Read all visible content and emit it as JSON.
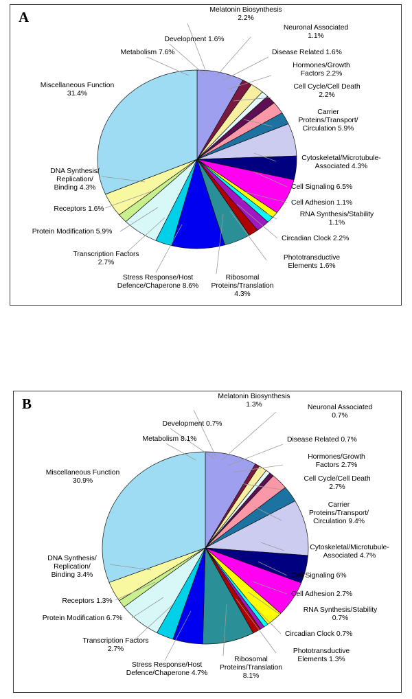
{
  "figure": {
    "panels": [
      {
        "letter": "A",
        "chart_data": {
          "type": "pie",
          "title": "A",
          "legend": "labels",
          "start_angle_deg": -90,
          "direction": "clockwise",
          "units": "percent",
          "categories": [
            "Metabolism",
            "Development",
            "Melatonin Biosynthesis",
            "Neuronal Associated",
            "Disease Related",
            "Hormones/Growth Factors",
            "Cell Cycle/Cell Death",
            "Carrier Proteins/Transport/Circulation",
            "Cytoskeletal/Microtubule-Associated",
            "Cell Signaling",
            "Cell Adhesion",
            "RNA Synthesis/Stability",
            "Circadian Clock",
            "Phototransductive Elements",
            "Ribosomal Proteins/Translation",
            "Stress Response/Host Defence/Chaperone",
            "Transcription Factors",
            "Protein Modification",
            "Receptors",
            "DNA Synthesis/Replication/Binding",
            "Miscellaneous Function"
          ],
          "values": [
            7.6,
            1.6,
            2.2,
            1.1,
            1.6,
            2.2,
            2.2,
            5.9,
            4.3,
            6.5,
            1.1,
            1.1,
            2.2,
            1.6,
            4.3,
            8.6,
            2.7,
            5.9,
            1.6,
            4.3,
            31.4
          ],
          "colors": [
            "#9f9fef",
            "#7a1840",
            "#f8f0a0",
            "#e6fbfb",
            "#5c0f52",
            "#fb98a8",
            "#1c72a0",
            "#ccccf0",
            "#000080",
            "#ff00f0",
            "#ffff00",
            "#00ffff",
            "#a018c0",
            "#b00000",
            "#2a8f96",
            "#0000f0",
            "#00d0e8",
            "#d8f8f8",
            "#c8f08c",
            "#f8f8a0",
            "#9ddcf2"
          ]
        },
        "labels": [
          {
            "id": "melatonin-biosynthesis",
            "text": "Melatonin Biosynthesis\n2.2%"
          },
          {
            "id": "neuronal-associated",
            "text": "Neuronal Associated\n1.1%"
          },
          {
            "id": "development",
            "text": "Development 1.6%"
          },
          {
            "id": "disease-related",
            "text": "Disease Related 1.6%"
          },
          {
            "id": "metabolism",
            "text": "Metabolism 7.6%"
          },
          {
            "id": "hormones-growth-factors",
            "text": "Hormones/Growth\nFactors 2.2%"
          },
          {
            "id": "cell-cycle-cell-death",
            "text": "Cell Cycle/Cell Death\n2.2%"
          },
          {
            "id": "carrier-proteins",
            "text": "Carrier\nProteins/Transport/\nCirculation 5.9%"
          },
          {
            "id": "miscellaneous-function",
            "text": "Miscellaneous Function\n31.4%"
          },
          {
            "id": "cytoskeletal-microtubule",
            "text": "Cytoskeletal/Microtubule-\nAssociated 4.3%"
          },
          {
            "id": "cell-signaling",
            "text": "Cell Signaling 6.5%"
          },
          {
            "id": "cell-adhesion",
            "text": "Cell Adhesion 1.1%"
          },
          {
            "id": "dna-synthesis",
            "text": "DNA Synthesis/\nReplication/\nBinding 4.3%"
          },
          {
            "id": "rna-synthesis-stability",
            "text": "RNA Synthesis/Stability\n1.1%"
          },
          {
            "id": "receptors",
            "text": "Receptors 1.6%"
          },
          {
            "id": "circadian-clock",
            "text": "Circadian Clock 2.2%"
          },
          {
            "id": "protein-modification",
            "text": "Protein Modification 5.9%"
          },
          {
            "id": "phototransductive-elements",
            "text": "Phototransductive\nElements 1.6%"
          },
          {
            "id": "transcription-factors",
            "text": "Transcription Factors\n2.7%"
          },
          {
            "id": "stress-response",
            "text": "Stress Response/Host\nDefence/Chaperone 8.6%"
          },
          {
            "id": "ribosomal-proteins",
            "text": "Ribosomal\nProteins/Translation\n4.3%"
          }
        ]
      },
      {
        "letter": "B",
        "chart_data": {
          "type": "pie",
          "title": "B",
          "legend": "labels",
          "start_angle_deg": -90,
          "direction": "clockwise",
          "units": "percent",
          "categories": [
            "Metabolism",
            "Development",
            "Melatonin Biosynthesis",
            "Neuronal Associated",
            "Disease Related",
            "Hormones/Growth Factors",
            "Cell Cycle/Cell Death",
            "Carrier Proteins/Transport/Circulation",
            "Cytoskeletal/Microtubule-Associated",
            "Cell Signaling",
            "Cell Adhesion",
            "RNA Synthesis/Stability",
            "Circadian Clock",
            "Phototransductive Elements",
            "Ribosomal Proteins/Translation",
            "Stress Response/Host Defence/Chaperone",
            "Transcription Factors",
            "Protein Modification",
            "Receptors",
            "DNA Synthesis/Replication/Binding",
            "Miscellaneous Function"
          ],
          "values": [
            8.1,
            0.7,
            1.3,
            0.7,
            0.7,
            2.7,
            2.7,
            9.4,
            4.7,
            6.0,
            2.7,
            0.7,
            0.7,
            1.3,
            8.1,
            4.7,
            2.7,
            6.7,
            1.3,
            3.4,
            30.9
          ],
          "colors": [
            "#9f9fef",
            "#7a1840",
            "#f8f0a0",
            "#e6fbfb",
            "#5c0f52",
            "#fb98a8",
            "#1c72a0",
            "#ccccf0",
            "#000080",
            "#ff00f0",
            "#ffff00",
            "#00ffff",
            "#a018c0",
            "#b00000",
            "#2a8f96",
            "#0000f0",
            "#00d0e8",
            "#d8f8f8",
            "#c8f08c",
            "#f8f8a0",
            "#9ddcf2"
          ]
        },
        "labels": [
          {
            "id": "melatonin-biosynthesis",
            "text": "Melatonin Biosynthesis\n1.3%"
          },
          {
            "id": "neuronal-associated",
            "text": "Neuronal Associated\n0.7%"
          },
          {
            "id": "development",
            "text": "Development 0.7%"
          },
          {
            "id": "disease-related",
            "text": "Disease Related 0.7%"
          },
          {
            "id": "metabolism",
            "text": "Metabolism 8.1%"
          },
          {
            "id": "hormones-growth-factors",
            "text": "Hormones/Growth\nFactors 2.7%"
          },
          {
            "id": "cell-cycle-cell-death",
            "text": "Cell Cycle/Cell Death\n2.7%"
          },
          {
            "id": "carrier-proteins",
            "text": "Carrier\nProteins/Transport/\nCirculation 9.4%"
          },
          {
            "id": "miscellaneous-function",
            "text": "Miscellaneous Function\n30.9%"
          },
          {
            "id": "cytoskeletal-microtubule",
            "text": "Cytoskeletal/Microtubule-\nAssociated 4.7%"
          },
          {
            "id": "cell-signaling",
            "text": "Cell Signaling 6%"
          },
          {
            "id": "cell-adhesion",
            "text": "Cell Adhesion 2.7%"
          },
          {
            "id": "dna-synthesis",
            "text": "DNA Synthesis/\nReplication/\nBinding 3.4%"
          },
          {
            "id": "rna-synthesis-stability",
            "text": "RNA Synthesis/Stability\n0.7%"
          },
          {
            "id": "receptors",
            "text": "Receptors 1.3%"
          },
          {
            "id": "circadian-clock",
            "text": "Circadian Clock 0.7%"
          },
          {
            "id": "protein-modification",
            "text": "Protein Modification 6.7%"
          },
          {
            "id": "phototransductive-elements",
            "text": "Phototransductive\nElements 1.3%"
          },
          {
            "id": "transcription-factors",
            "text": "Transcription Factors\n2.7%"
          },
          {
            "id": "stress-response",
            "text": "Stress Response/Host\nDefence/Chaperone 4.7%"
          },
          {
            "id": "ribosomal-proteins",
            "text": "Ribosomal\nProteins/Translation\n8.1%"
          }
        ]
      }
    ]
  },
  "chart_data": [
    {
      "type": "pie",
      "title": "A",
      "units": "percent",
      "categories": [
        "Metabolism",
        "Development",
        "Melatonin Biosynthesis",
        "Neuronal Associated",
        "Disease Related",
        "Hormones/Growth Factors",
        "Cell Cycle/Cell Death",
        "Carrier Proteins/Transport/Circulation",
        "Cytoskeletal/Microtubule-Associated",
        "Cell Signaling",
        "Cell Adhesion",
        "RNA Synthesis/Stability",
        "Circadian Clock",
        "Phototransductive Elements",
        "Ribosomal Proteins/Translation",
        "Stress Response/Host Defence/Chaperone",
        "Transcription Factors",
        "Protein Modification",
        "Receptors",
        "DNA Synthesis/Replication/Binding",
        "Miscellaneous Function"
      ],
      "values": [
        7.6,
        1.6,
        2.2,
        1.1,
        1.6,
        2.2,
        2.2,
        5.9,
        4.3,
        6.5,
        1.1,
        1.1,
        2.2,
        1.6,
        4.3,
        8.6,
        2.7,
        5.9,
        1.6,
        4.3,
        31.4
      ]
    },
    {
      "type": "pie",
      "title": "B",
      "units": "percent",
      "categories": [
        "Metabolism",
        "Development",
        "Melatonin Biosynthesis",
        "Neuronal Associated",
        "Disease Related",
        "Hormones/Growth Factors",
        "Cell Cycle/Cell Death",
        "Carrier Proteins/Transport/Circulation",
        "Cytoskeletal/Microtubule-Associated",
        "Cell Signaling",
        "Cell Adhesion",
        "RNA Synthesis/Stability",
        "Circadian Clock",
        "Phototransductive Elements",
        "Ribosomal Proteins/Translation",
        "Stress Response/Host Defence/Chaperone",
        "Transcription Factors",
        "Protein Modification",
        "Receptors",
        "DNA Synthesis/Replication/Binding",
        "Miscellaneous Function"
      ],
      "values": [
        8.1,
        0.7,
        1.3,
        0.7,
        0.7,
        2.7,
        2.7,
        9.4,
        4.7,
        6.0,
        2.7,
        0.7,
        0.7,
        1.3,
        8.1,
        4.7,
        2.7,
        6.7,
        1.3,
        3.4,
        30.9
      ]
    }
  ]
}
